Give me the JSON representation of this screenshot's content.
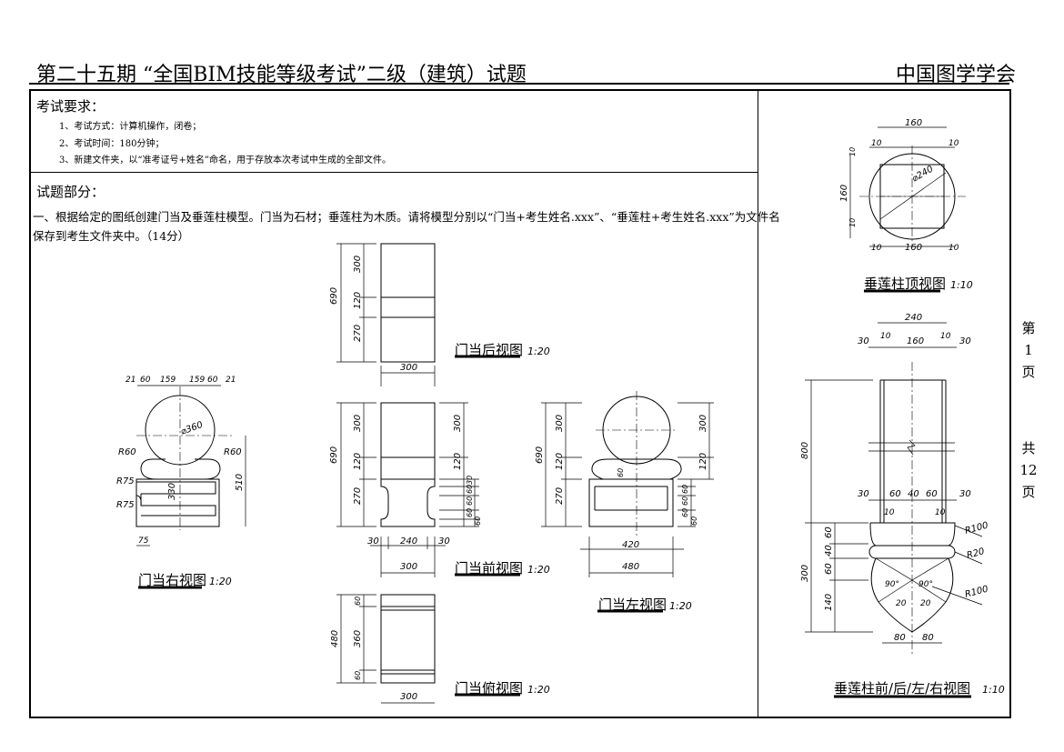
{
  "header": {
    "title": "第二十五期 “全国BIM技能等级考试”二级（建筑）试题",
    "org": "中国图学学会"
  },
  "requirements": {
    "heading": "考试要求：",
    "items": [
      "1、考试方式：计算机操作，闭卷；",
      "2、考试时间：180分钟；",
      "3、新建文件夹，以“准考证号+姓名”命名，用于存放本次考试中生成的全部文件。"
    ]
  },
  "questions": {
    "heading": "试题部分：",
    "line1": "一、根据给定的图纸创建门当及垂莲柱模型。门当为石材；垂莲柱为木质。请将模型分别以“门当+考生姓名.xxx”、“垂莲柱+考生姓名.xxx”为文件名",
    "line2": "保存到考生文件夹中。（14分）"
  },
  "page": {
    "current_label": [
      "第",
      "1",
      "页"
    ],
    "total_label": [
      "共",
      "12",
      "页"
    ]
  },
  "views": {
    "back": {
      "title": "门当后视图",
      "scale": "1:20",
      "dims": [
        "690",
        "300",
        "120",
        "270",
        "300"
      ]
    },
    "front": {
      "title": "门当前视图",
      "scale": "1:20",
      "dims": [
        "690",
        "300",
        "120",
        "270",
        "300",
        "120",
        "30",
        "60",
        "60",
        "60",
        "60",
        "30",
        "240",
        "30",
        "300"
      ]
    },
    "left": {
      "title": "门当左视图",
      "scale": "1:20",
      "dims": [
        "690",
        "300",
        "120",
        "270",
        "300",
        "120",
        "60",
        "60",
        "60",
        "60",
        "60",
        "420",
        "480"
      ]
    },
    "right": {
      "title": "门当右视图",
      "scale": "1:20",
      "dims": [
        "21",
        "60",
        "159",
        "159",
        "60",
        "21",
        "⌀360",
        "R60",
        "R60",
        "R75",
        "R75",
        "330",
        "510",
        "75"
      ]
    },
    "top": {
      "title": "门当俯视图",
      "scale": "1:20",
      "dims": [
        "480",
        "60",
        "360",
        "60",
        "300"
      ]
    },
    "column_top": {
      "title": "垂莲柱顶视图",
      "scale": "1:10",
      "dims": [
        "160",
        "10",
        "10",
        "⌀240",
        "160",
        "10",
        "10",
        "10",
        "160",
        "10"
      ]
    },
    "column_front": {
      "title": "垂莲柱前/后/左/右视图",
      "scale": "1:10",
      "dims": [
        "240",
        "30",
        "10",
        "160",
        "10",
        "30",
        "800",
        "30",
        "60",
        "40",
        "60",
        "30",
        "10",
        "10",
        "R100",
        "R20",
        "R100",
        "90°",
        "90°",
        "20",
        "20",
        "300",
        "60",
        "40",
        "60",
        "140",
        "80",
        "80"
      ]
    }
  }
}
